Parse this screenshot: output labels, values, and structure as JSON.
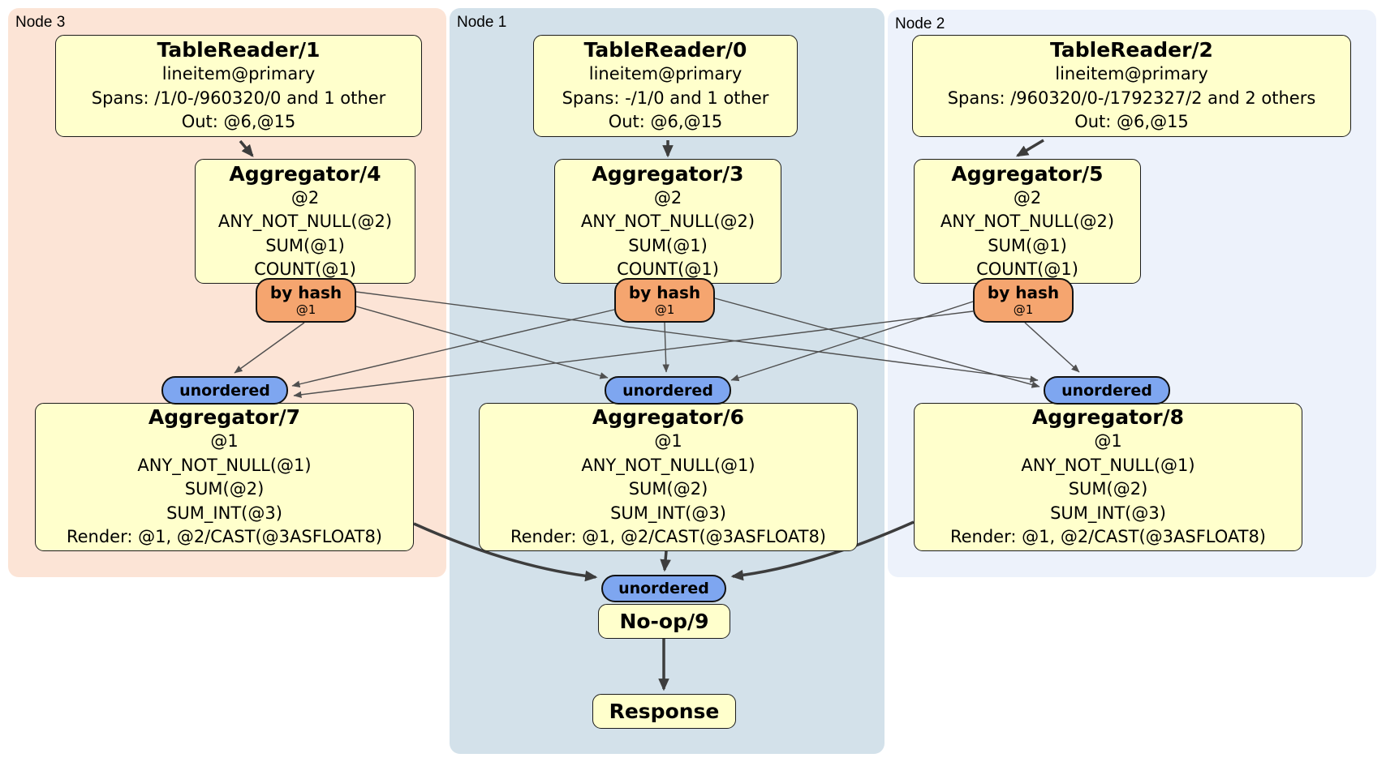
{
  "colors": {
    "background": "#ffffff",
    "region_node3": "#fce4d6",
    "region_node1": "#d3e1ea",
    "region_node2": "#edf2fb",
    "processor_fill": "#ffffcc",
    "router_fill": "#f5a56f",
    "stream_fill": "#7ea6f0",
    "edge_color": "#4a4a4a"
  },
  "regions": [
    {
      "label": "Node 3"
    },
    {
      "label": "Node 1"
    },
    {
      "label": "Node 2"
    }
  ],
  "processors": {
    "tr1": {
      "title": "TableReader/1",
      "lines": [
        "lineitem@primary",
        "Spans: /1/0-/960320/0 and 1 other",
        "Out: @6,@15"
      ]
    },
    "tr0": {
      "title": "TableReader/0",
      "lines": [
        "lineitem@primary",
        "Spans: -/1/0 and 1 other",
        "Out: @6,@15"
      ]
    },
    "tr2": {
      "title": "TableReader/2",
      "lines": [
        "lineitem@primary",
        "Spans: /960320/0-/1792327/2 and 2 others",
        "Out: @6,@15"
      ]
    },
    "agg4": {
      "title": "Aggregator/4",
      "lines": [
        "@2",
        "ANY_NOT_NULL(@2)",
        "SUM(@1)",
        "COUNT(@1)"
      ]
    },
    "agg3": {
      "title": "Aggregator/3",
      "lines": [
        "@2",
        "ANY_NOT_NULL(@2)",
        "SUM(@1)",
        "COUNT(@1)"
      ]
    },
    "agg5": {
      "title": "Aggregator/5",
      "lines": [
        "@2",
        "ANY_NOT_NULL(@2)",
        "SUM(@1)",
        "COUNT(@1)"
      ]
    },
    "agg7": {
      "title": "Aggregator/7",
      "lines": [
        "@1",
        "ANY_NOT_NULL(@1)",
        "SUM(@2)",
        "SUM_INT(@3)",
        "Render: @1, @2/CAST(@3ASFLOAT8)"
      ]
    },
    "agg6": {
      "title": "Aggregator/6",
      "lines": [
        "@1",
        "ANY_NOT_NULL(@1)",
        "SUM(@2)",
        "SUM_INT(@3)",
        "Render: @1, @2/CAST(@3ASFLOAT8)"
      ]
    },
    "agg8": {
      "title": "Aggregator/8",
      "lines": [
        "@1",
        "ANY_NOT_NULL(@1)",
        "SUM(@2)",
        "SUM_INT(@3)",
        "Render: @1, @2/CAST(@3ASFLOAT8)"
      ]
    },
    "noop": {
      "title": "No-op/9"
    },
    "response": {
      "title": "Response"
    }
  },
  "router": {
    "label": "by hash",
    "sub": "@1"
  },
  "stream": {
    "unordered_label": "unordered"
  }
}
